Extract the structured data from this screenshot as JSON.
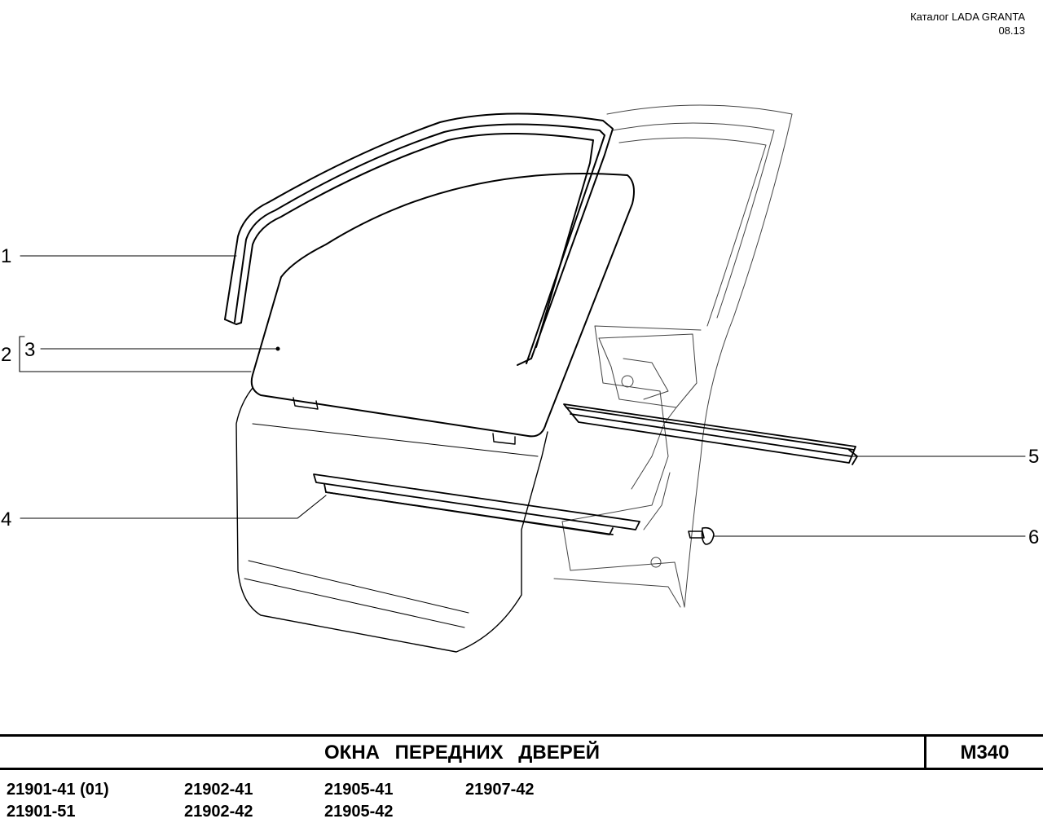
{
  "header": {
    "catalog": "Каталог  LADA  GRANTA",
    "date": "08.13"
  },
  "callouts": [
    "1",
    "2",
    "3",
    "4",
    "5",
    "6"
  ],
  "title": {
    "text": "ОКНА  ПЕРЕДНИХ  ДВЕРЕЙ",
    "code": "M340"
  },
  "models": [
    [
      "21901-41 (01)",
      "21902-41",
      "21905-41",
      "21907-42"
    ],
    [
      "21901-51",
      "21902-42",
      "21905-42"
    ]
  ]
}
